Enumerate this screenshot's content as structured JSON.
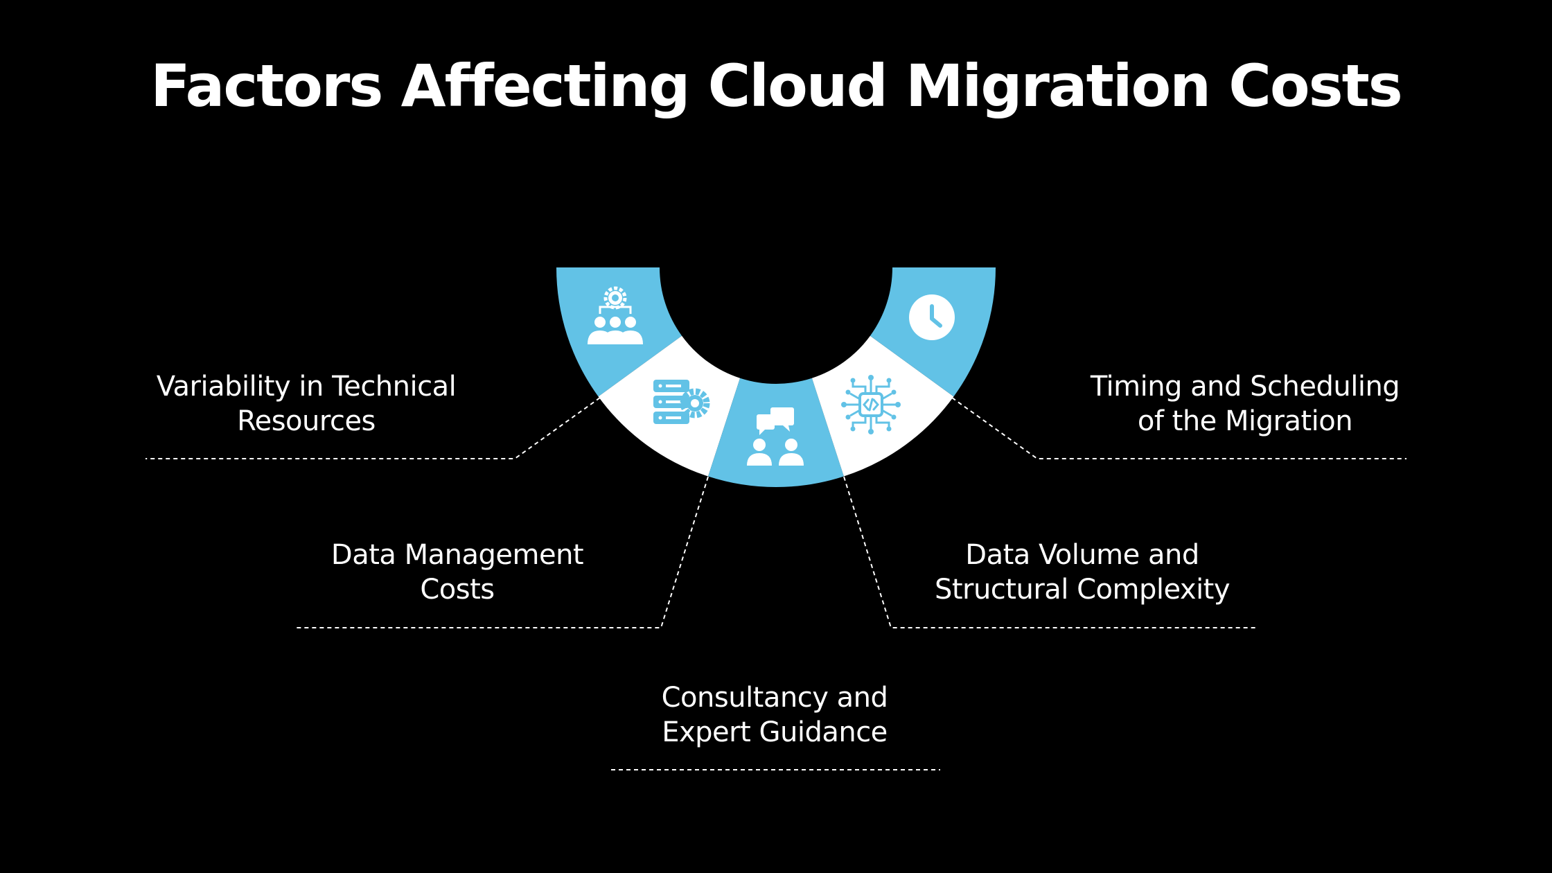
{
  "title": "Factors Affecting Cloud Migration Costs",
  "colors": {
    "background": "#000000",
    "accent": "#62C2E6",
    "segment_alt": "#FFFFFF",
    "text": "#FFFFFF",
    "connector": "#FFFFFF"
  },
  "segments": [
    {
      "label_line1": "Variability in Technical",
      "label_line2": "Resources",
      "icon": "team-gear-icon",
      "fill": "accent"
    },
    {
      "label_line1": "Data Management",
      "label_line2": "Costs",
      "icon": "server-gear-icon",
      "fill": "white"
    },
    {
      "label_line1": "Consultancy and",
      "label_line2": "Expert Guidance",
      "icon": "consultation-icon",
      "fill": "accent"
    },
    {
      "label_line1": "Data Volume and",
      "label_line2": "Structural Complexity",
      "icon": "circuit-code-icon",
      "fill": "white"
    },
    {
      "label_line1": "Timing and Scheduling",
      "label_line2": "of the Migration",
      "icon": "clock-icon",
      "fill": "accent"
    }
  ]
}
